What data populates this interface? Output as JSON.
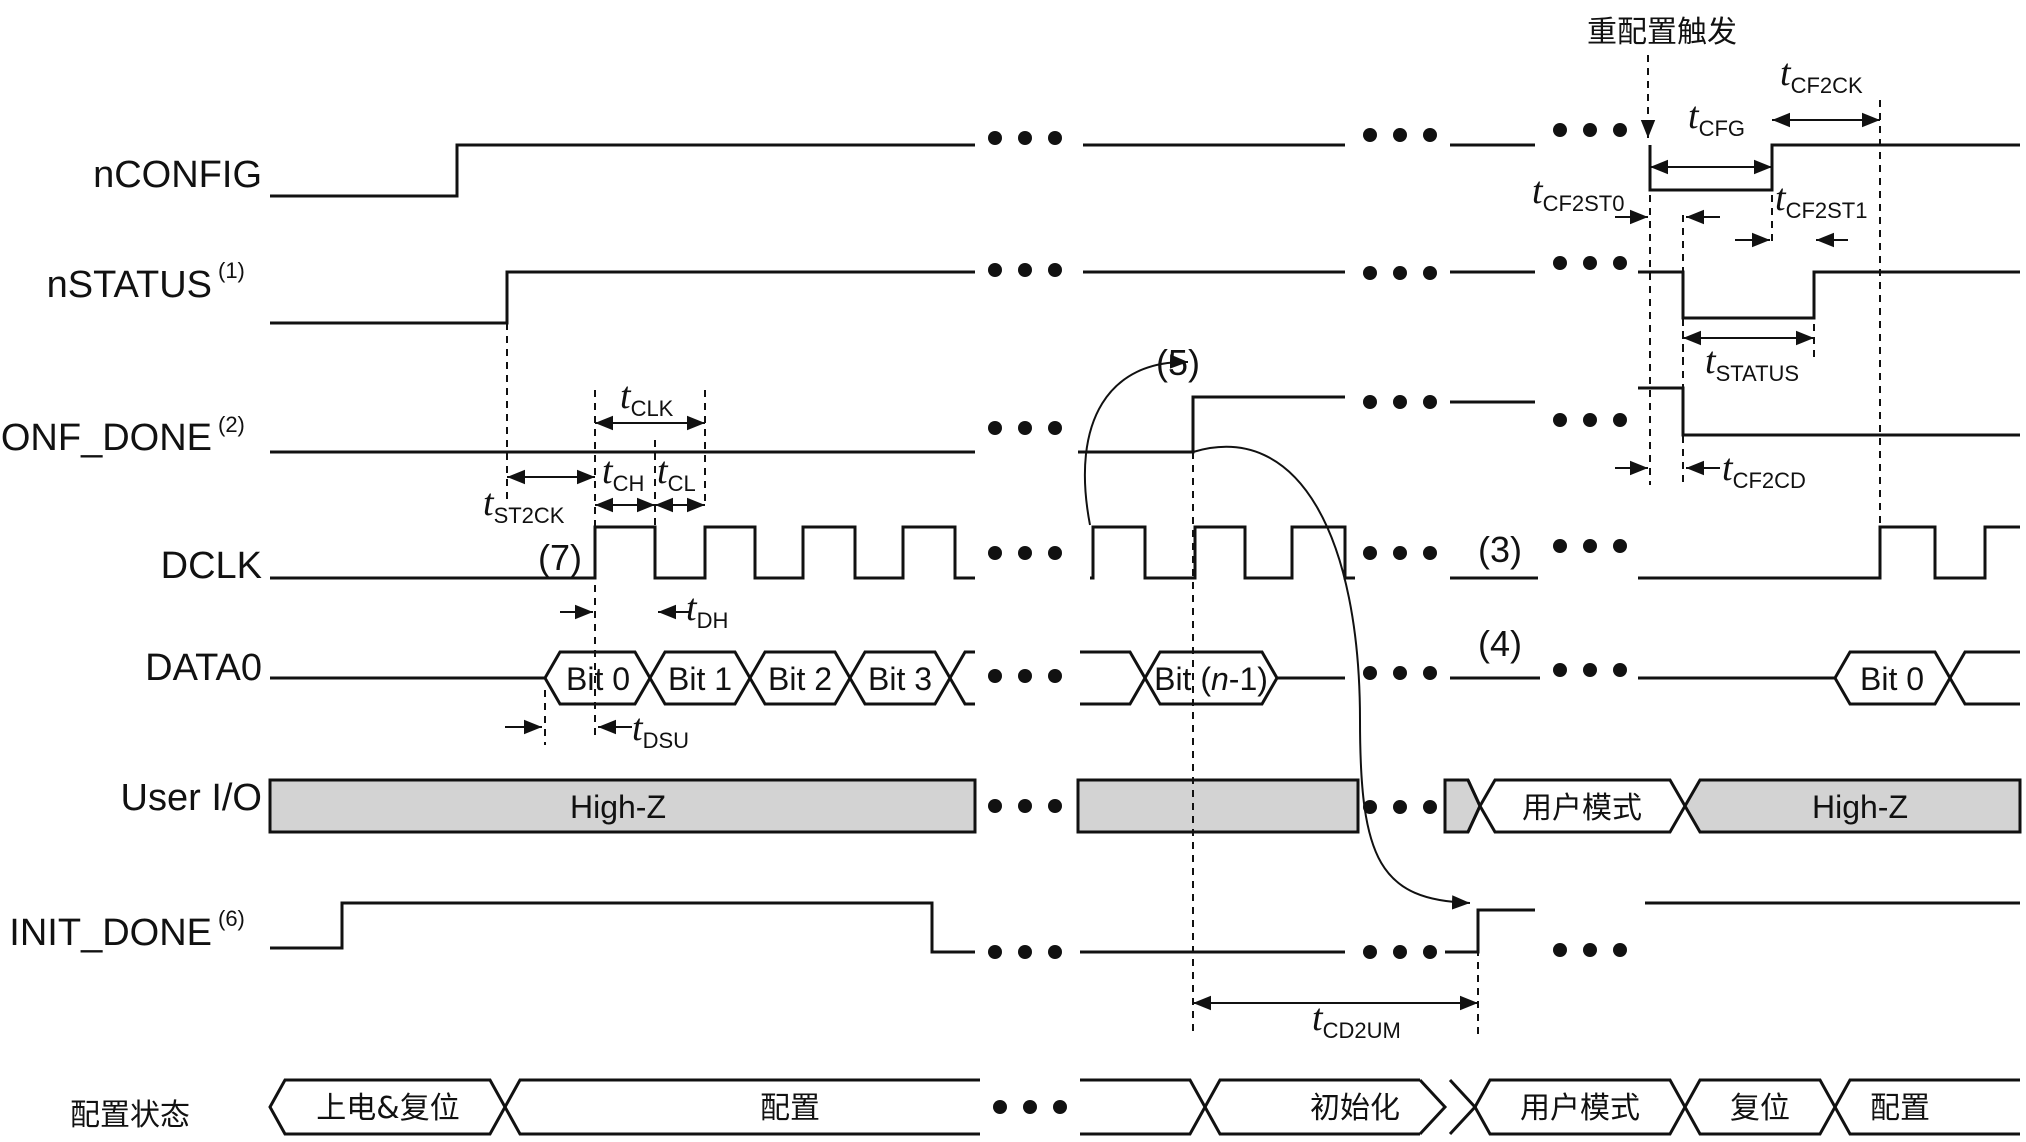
{
  "signals": {
    "nconfig": "nCONFIG",
    "nstatus": "nSTATUS",
    "nstatus_note": "(1)",
    "conf_done": "CONF_DONE",
    "conf_done_note": "(2)",
    "dclk": "DCLK",
    "data0": "DATA0",
    "user_io": "User I/O",
    "init_done": "INIT_DONE",
    "init_done_note": "(6)",
    "config_state": "配置状态"
  },
  "annotations": {
    "reconfig_trigger": "重配置触发",
    "note3": "(3)",
    "note4": "(4)",
    "note5": "(5)",
    "note7": "(7)"
  },
  "timing": {
    "t": "t",
    "clk": "CLK",
    "ch": "CH",
    "cl": "CL",
    "st2ck": "ST2CK",
    "dh": "DH",
    "dsu": "DSU",
    "cd2um": "CD2UM",
    "cfg": "CFG",
    "cf2ck": "CF2CK",
    "cf2st0": "CF2ST0",
    "cf2st1": "CF2ST1",
    "status": "STATUS",
    "cf2cd": "CF2CD"
  },
  "data_bits": {
    "bit0": "Bit 0",
    "bit1": "Bit 1",
    "bit2": "Bit 2",
    "bit3": "Bit 3",
    "bitn_prefix": "Bit (",
    "bitn_var": "n",
    "bitn_suffix": "-1)",
    "bit0_reconfig": "Bit 0"
  },
  "user_io_states": {
    "high_z_1": "High-Z",
    "user_mode": "用户模式",
    "high_z_2": "High-Z"
  },
  "config_states": {
    "power_reset": "上电&复位",
    "configuration": "配置",
    "initialization": "初始化",
    "user_mode": "用户模式",
    "reset": "复位",
    "configuration_2": "配置"
  }
}
